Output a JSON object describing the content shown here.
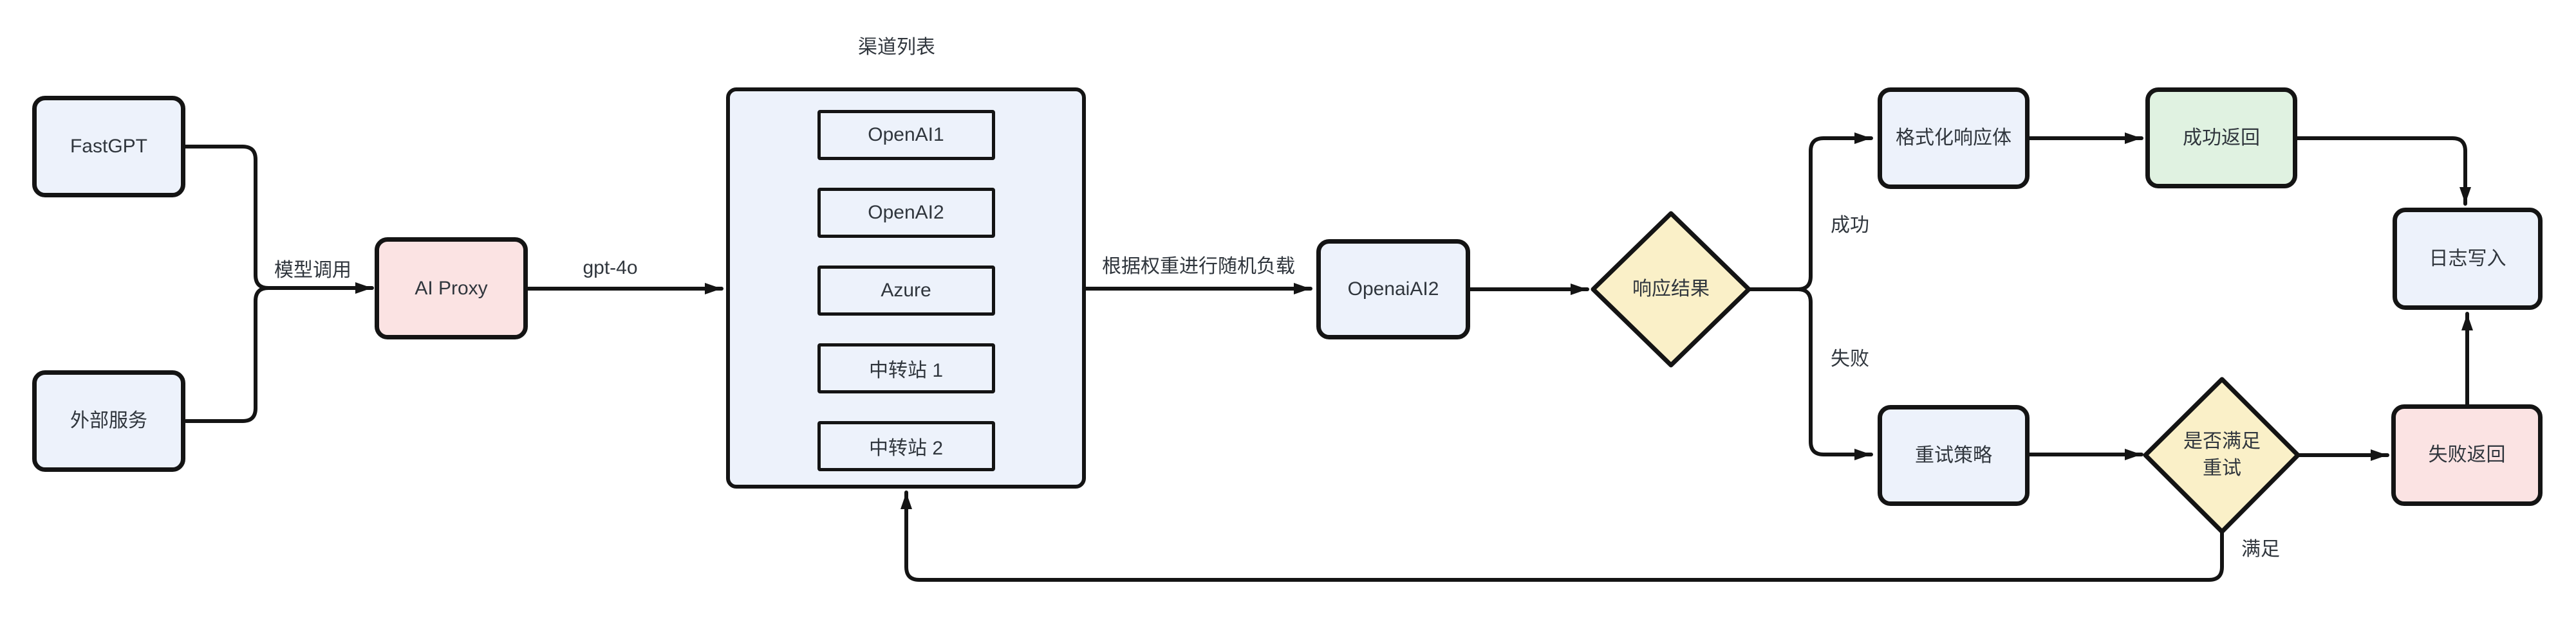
{
  "diagram": {
    "title": "渠道列表",
    "colors": {
      "background": "#ffffff",
      "stroke": "#141414",
      "text": "#30363d",
      "node_blue": "#edf2fb",
      "node_pink": "#fbe3e3",
      "node_green": "#e0f2e1",
      "node_yellow": "#faf0c8"
    },
    "nodes": {
      "fastgpt": {
        "label": "FastGPT"
      },
      "external_service": {
        "label": "外部服务"
      },
      "ai_proxy": {
        "label": "AI Proxy"
      },
      "openai_ai2": {
        "label": "OpenaiAI2"
      },
      "response_result": {
        "label": "响应结果"
      },
      "format_response_body": {
        "label": "格式化响应体"
      },
      "success_return": {
        "label": "成功返回"
      },
      "retry_policy": {
        "label": "重试策略"
      },
      "retry_check": {
        "label_line1": "是否满足",
        "label_line2": "重试"
      },
      "fail_return": {
        "label": "失败返回"
      },
      "log_write": {
        "label": "日志写入"
      }
    },
    "channels": [
      "OpenAI1",
      "OpenAI2",
      "Azure",
      "中转站 1",
      "中转站 2"
    ],
    "edge_labels": {
      "model_call": "模型调用",
      "model_name": "gpt-4o",
      "weighted_load": "根据权重进行随机负载",
      "success": "成功",
      "fail": "失败",
      "satisfied": "满足"
    }
  }
}
